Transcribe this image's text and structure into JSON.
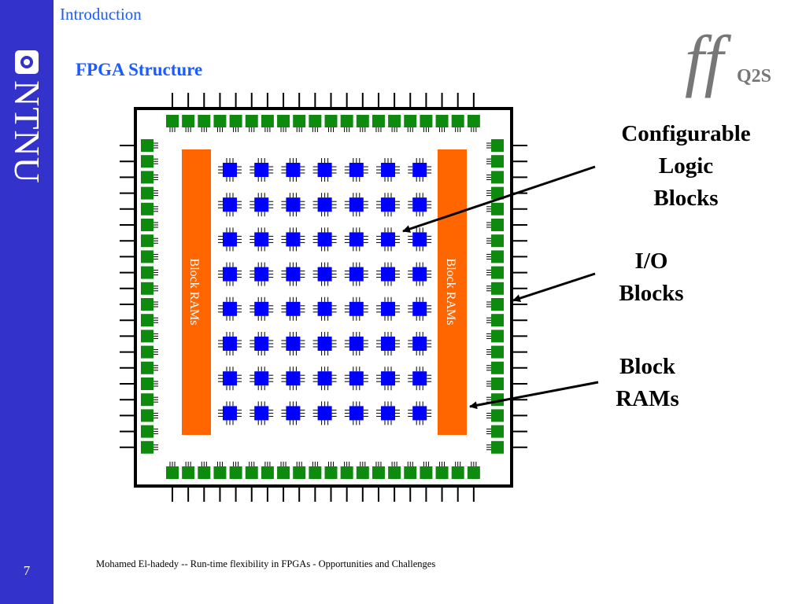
{
  "sidebar": {
    "org_name": "NTNU",
    "slide_number": "7"
  },
  "header": {
    "section": "Introduction",
    "title": "FPGA Structure"
  },
  "logo": {
    "mark": "ff",
    "name": "Q2S"
  },
  "diagram": {
    "ram_label": "Block RAMs",
    "callouts": {
      "clb": "Configurable\nLogic\nBlocks",
      "io": "I/O\nBlocks",
      "bram": "Block\nRAMs"
    }
  },
  "footer": {
    "text": "Mohamed El-hadedy -- Run-time flexibility in FPGAs - Opportunities and Challenges"
  },
  "colors": {
    "sidebar": "#3333cc",
    "title": "#1a5cff",
    "io_block": "#0e8a0e",
    "logic_block": "#0000ff",
    "block_ram": "#ff6600",
    "logo_gray": "#777777"
  }
}
